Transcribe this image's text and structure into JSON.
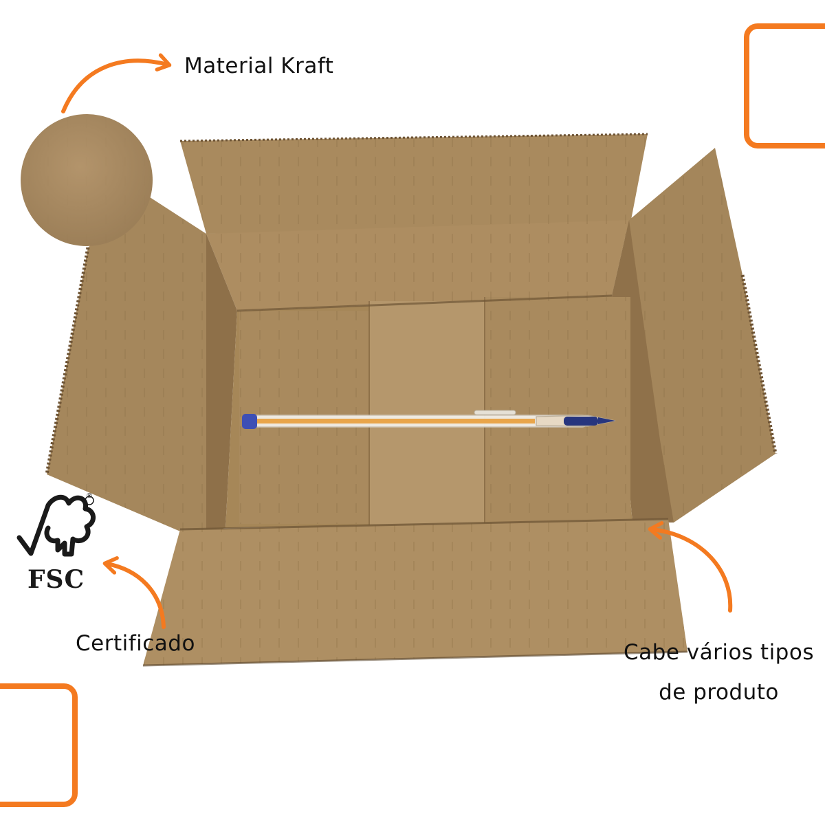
{
  "callouts": {
    "material": "Material Kraft",
    "certificate": "Certificado",
    "capacity_line1": "Cabe vários tipos",
    "capacity_line2": "de produto"
  },
  "fsc_logo": {
    "text": "FSC",
    "registered": "®"
  },
  "colors": {
    "accent": "#f47a20",
    "kraft": "#a88a5f",
    "kraft_dark": "#8e7049",
    "kraft_light": "#b99a6c"
  },
  "icons": {
    "fsc": "fsc-tree-check-logo",
    "arrow": "curved-arrow-icon"
  }
}
